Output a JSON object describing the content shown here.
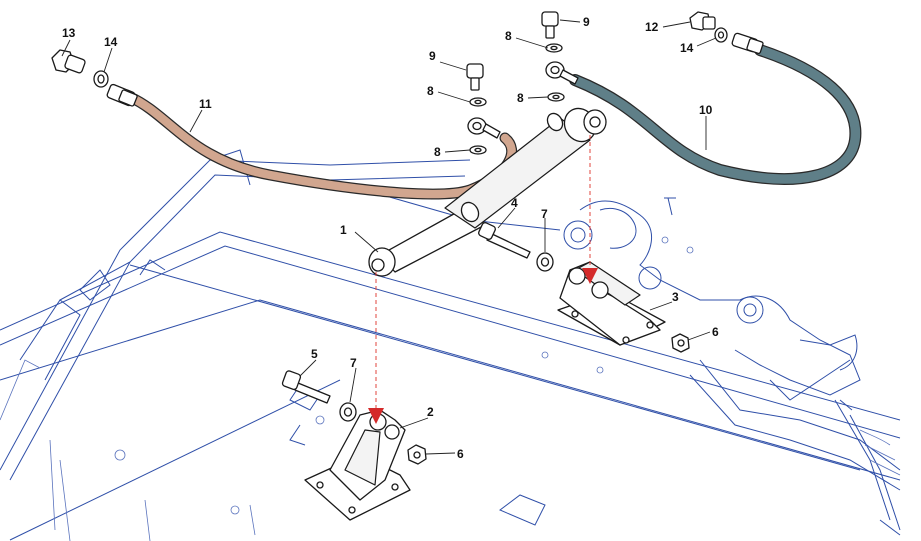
{
  "diagram": {
    "callouts": [
      "1",
      "2",
      "3",
      "4",
      "5",
      "6",
      "6",
      "7",
      "7",
      "8",
      "8",
      "8",
      "8",
      "9",
      "9",
      "10",
      "11",
      "12",
      "13",
      "14",
      "14"
    ]
  },
  "colors": {
    "frame_lines": "#2f4fa8",
    "hose_10": "#5f7f88",
    "hose_11": "#d1a68f",
    "alignment_dashes": "#e0443e",
    "arrow_marker": "#d42a2a"
  }
}
